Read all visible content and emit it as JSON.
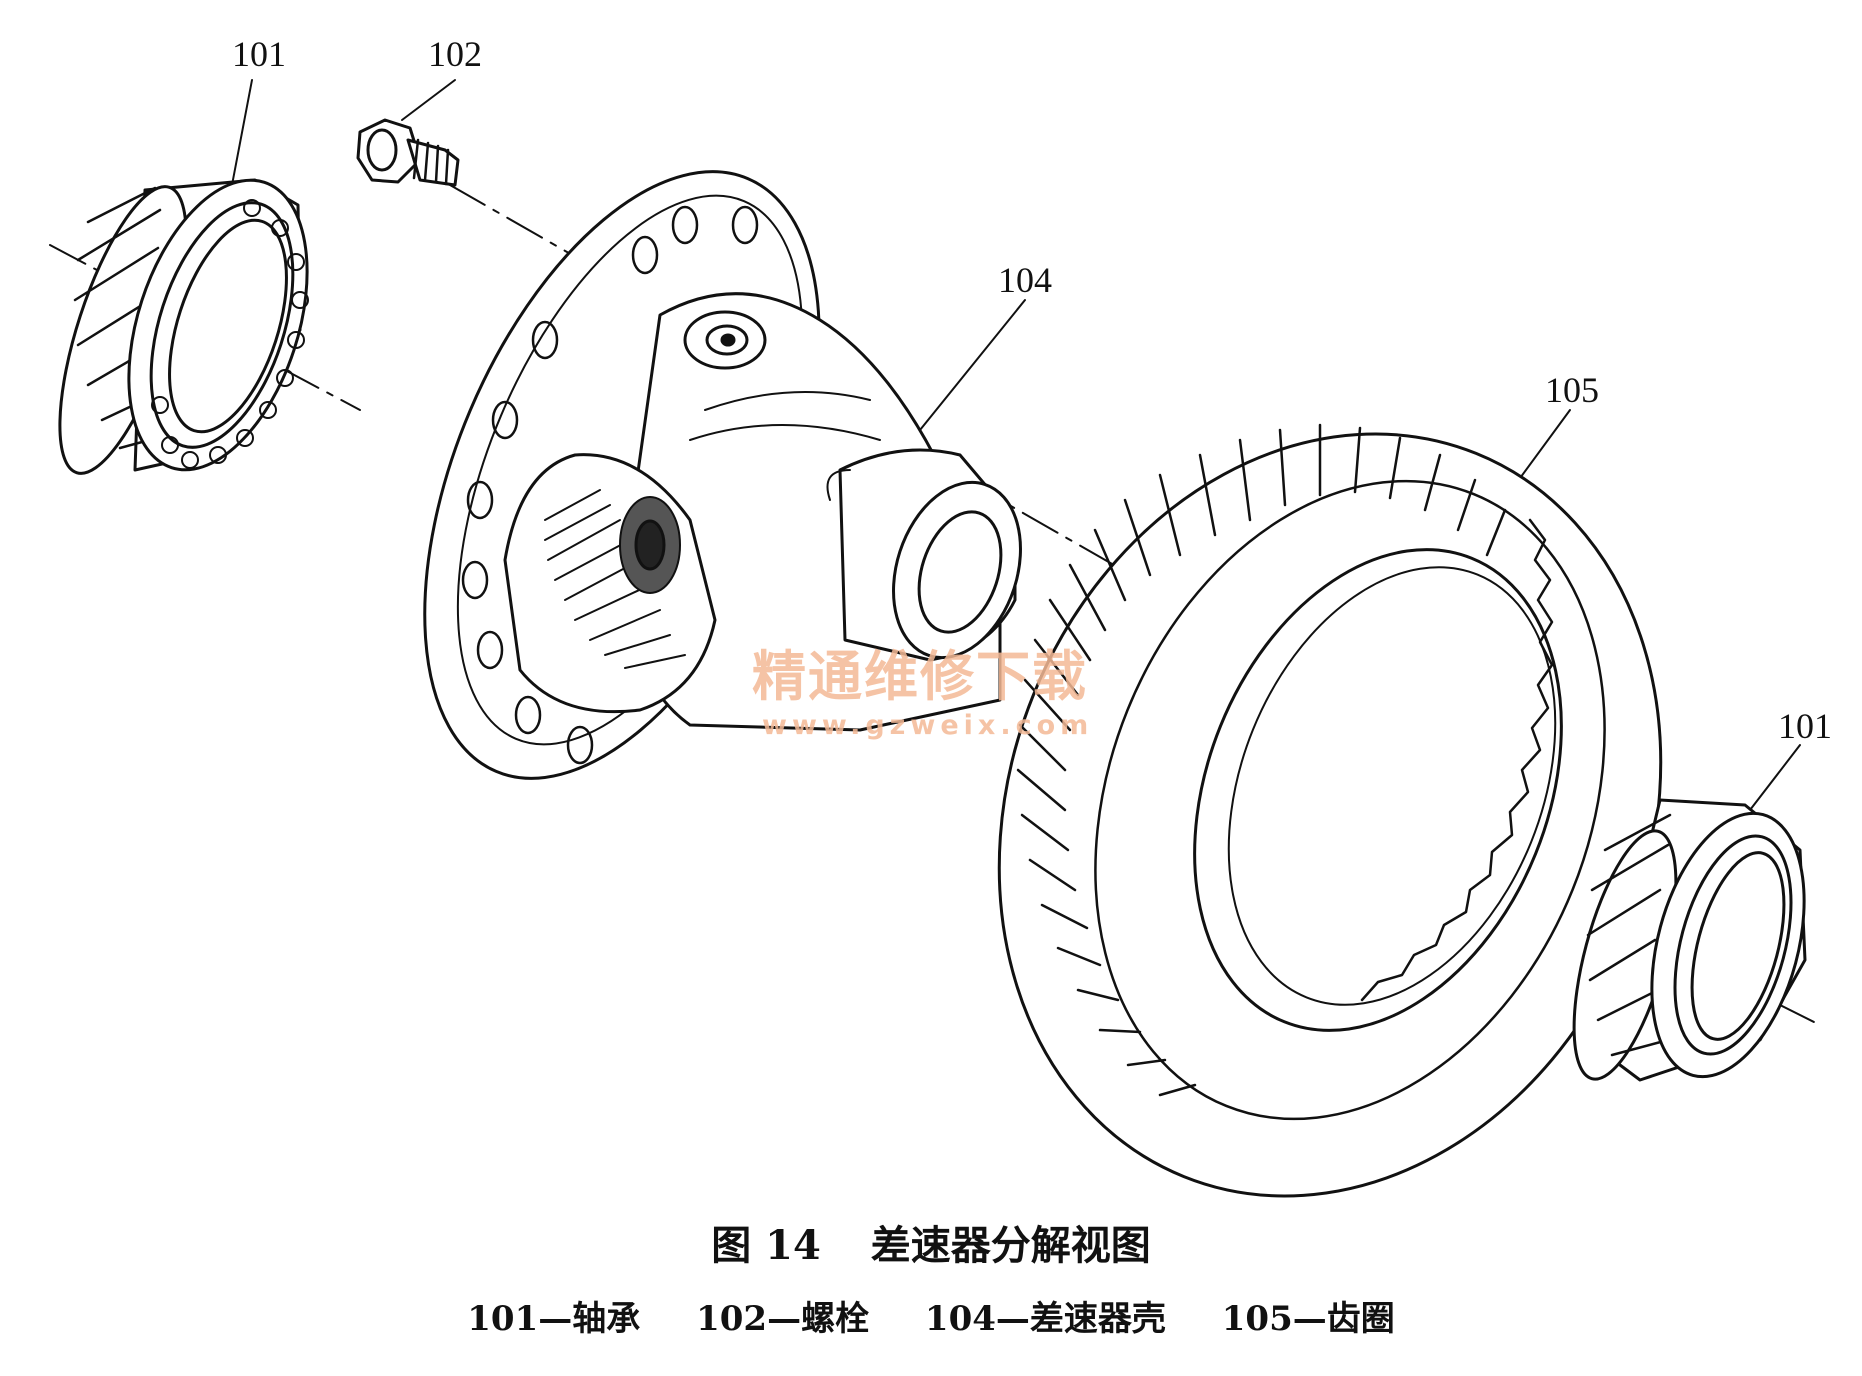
{
  "figure": {
    "title_number": "图 14",
    "title_text": "差速器分解视图",
    "legend": [
      {
        "code": "101",
        "name": "轴承"
      },
      {
        "code": "102",
        "name": "螺栓"
      },
      {
        "code": "104",
        "name": "差速器壳"
      },
      {
        "code": "105",
        "name": "齿圈"
      }
    ],
    "separator": "—"
  },
  "labels": {
    "bearing_left": "101",
    "bolt": "102",
    "housing": "104",
    "ring_gear": "105",
    "bearing_right": "101"
  },
  "watermark": {
    "text": "精通维修下载",
    "url": "www.gzweix.com"
  }
}
